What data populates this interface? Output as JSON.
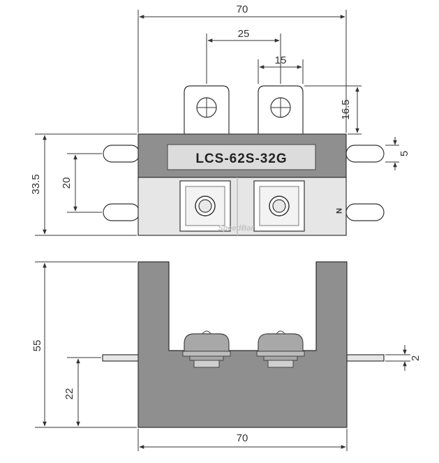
{
  "part_label": "LCS-62S-32G",
  "brand_watermark": "SpeedBar",
  "side_mark": "N",
  "colors": {
    "body_dark": "#8f8f8f",
    "body_light": "#e6e6e6",
    "line": "#333333",
    "screw_head": "#a8a8a8",
    "washer": "#cfcfcf"
  },
  "dimensions": {
    "top_total_width": "70",
    "terminal_pitch": "25",
    "terminal_width": "15",
    "terminal_height": "16.5",
    "pin_thickness": "5",
    "body_height": "33.5",
    "pin_spacing": "20",
    "side_total_height": "55",
    "pin_height": "22",
    "pin_tab_thickness": "2",
    "bottom_total_width": "70"
  }
}
